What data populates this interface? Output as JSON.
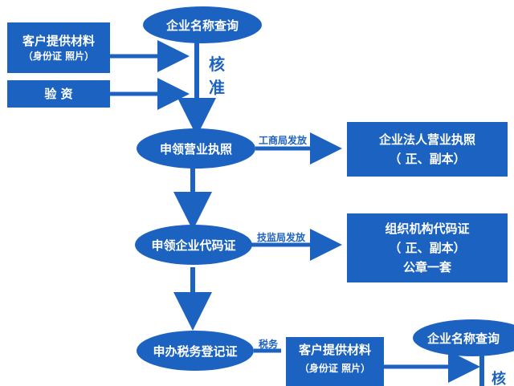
{
  "nodes": {
    "name_query": "企业名称查询",
    "client_materials": {
      "line1": "客户提供材料",
      "line2": "（身份证  照片）"
    },
    "capital_verification": "验  资",
    "approve_char1": "核",
    "approve_char2": "准",
    "apply_business_license": "申领营业执照",
    "business_license_result": {
      "line1": "企业法人营业执照",
      "line2": "（  正、副本）"
    },
    "apply_org_code": "申领企业代码证",
    "org_code_result": {
      "line1": "组织机构代码证",
      "line2": "（  正、副本）",
      "line3": "公章一套"
    },
    "apply_tax_registration": "申办税务登记证",
    "repeat_client_materials": {
      "line1": "客户提供材料",
      "line2": "（身份证  照片）"
    },
    "repeat_name_query": "企业名称查询",
    "repeat_approve_char": "核"
  },
  "edges": {
    "issued_by_industry_commerce": "工商局发放",
    "issued_by_tech_supervision": "技监局发放",
    "tax_partial": "税务"
  },
  "colors": {
    "primary": "#1c62c0",
    "text_on_primary": "#ffffff",
    "background": "#ffffff"
  }
}
